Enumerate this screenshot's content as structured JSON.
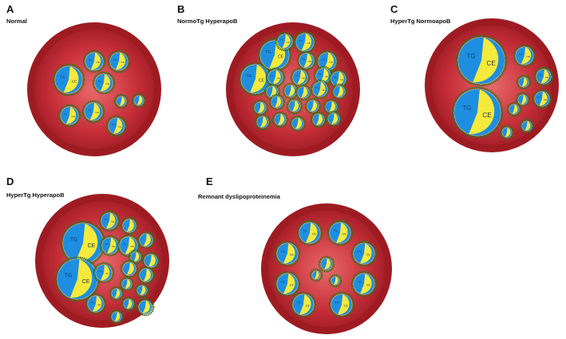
{
  "colors": {
    "vessel_outer": "#9e1b22",
    "vessel_inner": "#c8303a",
    "particle_core": "#1e8fe0",
    "particle_slice": "#f5ea3c",
    "coat": "#3d6b1f",
    "ring": "#6b7a2a"
  },
  "particle_labels": {
    "core": "TG",
    "slice": "CE"
  },
  "panels": [
    {
      "letter": "A",
      "caption": "Normal"
    },
    {
      "letter": "B",
      "caption": "NormoTg HyperapoB"
    },
    {
      "letter": "C",
      "caption": "HyperTg NormoapoB"
    },
    {
      "letter": "D",
      "caption": "HyperTg HyperapoB"
    },
    {
      "letter": "E",
      "caption": "Remnant dyslipoproteinemia"
    }
  ]
}
